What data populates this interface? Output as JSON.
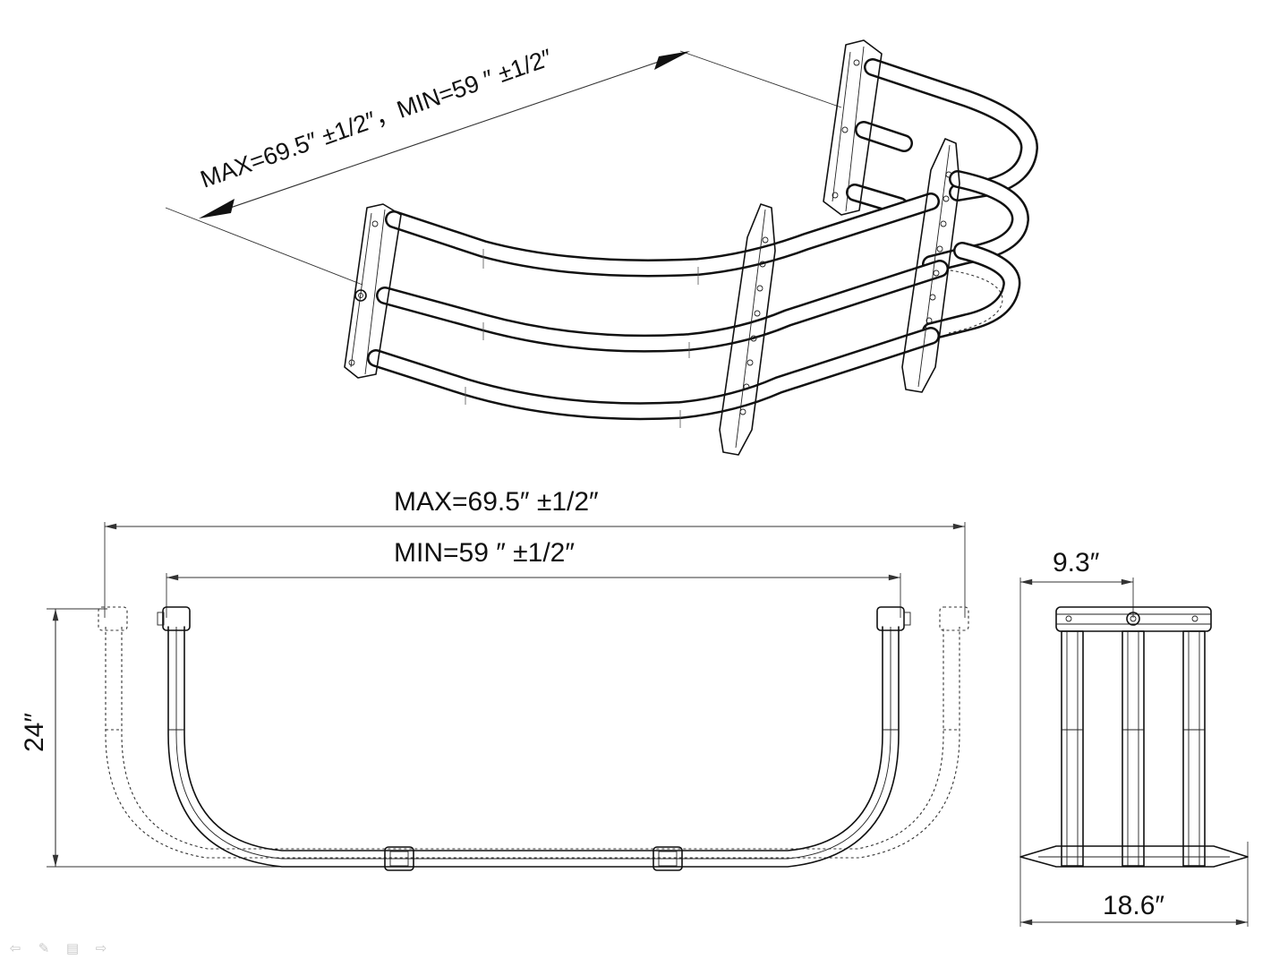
{
  "isometric_view": {
    "length_label": "MAX=69.5″ ±1/2″，MIN=59 ″ ±1/2″"
  },
  "front_view": {
    "max_label": "MAX=69.5″ ±1/2″",
    "min_label": "MIN=59 ″ ±1/2″",
    "height_label": "24″"
  },
  "side_view": {
    "offset_label": "9.3″",
    "width_label": "18.6″"
  },
  "nav": {
    "prev_icon": "arrow-left-icon",
    "pen_icon": "pen-icon",
    "menu_icon": "menu-icon",
    "next_icon": "arrow-right-icon"
  }
}
